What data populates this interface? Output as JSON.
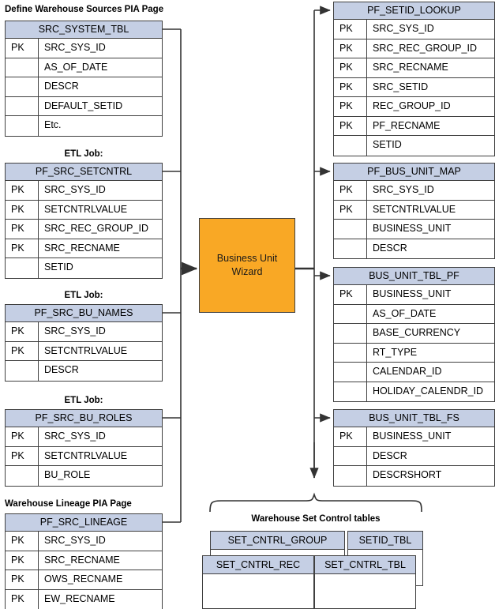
{
  "diagram": {
    "title": "Business Unit Wizard data flow",
    "colors": {
      "entity_header_fill": "#c5cfe4",
      "entity_border": "#404040",
      "process_fill": "#f9a825",
      "connector": "#333333"
    }
  },
  "captions": {
    "define_sources": "Define Warehouse Sources PIA Page",
    "etl_job_1": "ETL Job:",
    "etl_job_2": "ETL Job:",
    "etl_job_3": "ETL Job:",
    "lineage_page": "Warehouse Lineage PIA Page",
    "set_control_group": "Warehouse Set Control tables"
  },
  "process": {
    "label_line1": "Business Unit",
    "label_line2": "Wizard"
  },
  "left_tables": [
    {
      "name": "SRC_SYSTEM_TBL",
      "rows": [
        {
          "key": "PK",
          "field": "SRC_SYS_ID"
        },
        {
          "key": "",
          "field": "AS_OF_DATE"
        },
        {
          "key": "",
          "field": "DESCR"
        },
        {
          "key": "",
          "field": "DEFAULT_SETID"
        },
        {
          "key": "",
          "field": "Etc."
        }
      ]
    },
    {
      "name": "PF_SRC_SETCNTRL",
      "rows": [
        {
          "key": "PK",
          "field": "SRC_SYS_ID"
        },
        {
          "key": "PK",
          "field": "SETCNTRLVALUE"
        },
        {
          "key": "PK",
          "field": "SRC_REC_GROUP_ID"
        },
        {
          "key": "PK",
          "field": "SRC_RECNAME"
        },
        {
          "key": "",
          "field": "SETID"
        }
      ]
    },
    {
      "name": "PF_SRC_BU_NAMES",
      "rows": [
        {
          "key": "PK",
          "field": "SRC_SYS_ID"
        },
        {
          "key": "PK",
          "field": "SETCNTRLVALUE"
        },
        {
          "key": "",
          "field": "DESCR"
        }
      ]
    },
    {
      "name": "PF_SRC_BU_ROLES",
      "rows": [
        {
          "key": "PK",
          "field": "SRC_SYS_ID"
        },
        {
          "key": "PK",
          "field": "SETCNTRLVALUE"
        },
        {
          "key": "",
          "field": "BU_ROLE"
        }
      ]
    },
    {
      "name": "PF_SRC_LINEAGE",
      "rows": [
        {
          "key": "PK",
          "field": "SRC_SYS_ID"
        },
        {
          "key": "PK",
          "field": "SRC_RECNAME"
        },
        {
          "key": "PK",
          "field": "OWS_RECNAME"
        },
        {
          "key": "PK",
          "field": "EW_RECNAME"
        }
      ]
    }
  ],
  "right_tables": [
    {
      "name": "PF_SETID_LOOKUP",
      "rows": [
        {
          "key": "PK",
          "field": "SRC_SYS_ID"
        },
        {
          "key": "PK",
          "field": "SRC_REC_GROUP_ID"
        },
        {
          "key": "PK",
          "field": "SRC_RECNAME"
        },
        {
          "key": "PK",
          "field": "SRC_SETID"
        },
        {
          "key": "PK",
          "field": "REC_GROUP_ID"
        },
        {
          "key": "PK",
          "field": "PF_RECNAME"
        },
        {
          "key": "",
          "field": "SETID"
        }
      ]
    },
    {
      "name": "PF_BUS_UNIT_MAP",
      "rows": [
        {
          "key": "PK",
          "field": "SRC_SYS_ID"
        },
        {
          "key": "PK",
          "field": "SETCNTRLVALUE"
        },
        {
          "key": "",
          "field": "BUSINESS_UNIT"
        },
        {
          "key": "",
          "field": "DESCR"
        }
      ]
    },
    {
      "name": "BUS_UNIT_TBL_PF",
      "rows": [
        {
          "key": "PK",
          "field": "BUSINESS_UNIT"
        },
        {
          "key": "",
          "field": "AS_OF_DATE"
        },
        {
          "key": "",
          "field": "BASE_CURRENCY"
        },
        {
          "key": "",
          "field": "RT_TYPE"
        },
        {
          "key": "",
          "field": "CALENDAR_ID"
        },
        {
          "key": "",
          "field": "HOLIDAY_CALENDR_ID"
        }
      ]
    },
    {
      "name": "BUS_UNIT_TBL_FS",
      "rows": [
        {
          "key": "PK",
          "field": "BUSINESS_UNIT"
        },
        {
          "key": "",
          "field": "DESCR"
        },
        {
          "key": "",
          "field": "DESCRSHORT"
        }
      ]
    }
  ],
  "set_control_tables": [
    {
      "name": "SET_CNTRL_GROUP"
    },
    {
      "name": "SETID_TBL"
    },
    {
      "name": "SET_CNTRL_REC"
    },
    {
      "name": "SET_CNTRL_TBL"
    }
  ]
}
